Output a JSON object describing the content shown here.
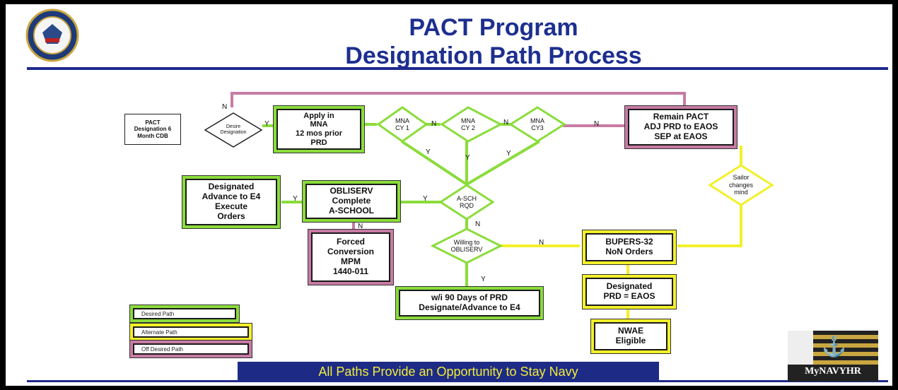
{
  "title": {
    "line1": "PACT Program",
    "line2": "Designation Path Process"
  },
  "pact_note": "PACT\nDesignation 6\nMonth CDB",
  "diamonds": {
    "desire": "Desire\nDesignation",
    "mna1": "MNA\nCY 1",
    "mna2": "MNA\nCY 2",
    "mna3": "MNA\nCY3",
    "asch": "A-SCH\nRQD",
    "willing": "Willing to\nOBLISERV",
    "sailor": "Sailor\nchanges\nmind"
  },
  "boxes": {
    "apply": "Apply in\nMNA\n12 mos prior\nPRD",
    "remain": "Remain PACT\nADJ PRD to EAOS\nSEP at EAOS",
    "designated_advance": "Designated\nAdvance to E4\nExecute\nOrders",
    "obliserv": "OBLISERV\nComplete\nA-SCHOOL",
    "forced": "Forced\nConversion\nMPM\n1440-011",
    "within90": "w/i 90 Days of PRD\nDesignate/Advance to E4",
    "bupers": "BUPERS-32\nNoN Orders",
    "designated_prd": "Designated\nPRD = EAOS",
    "nwae": "NWAE\nEligible"
  },
  "yn": {
    "y": "Y",
    "n": "N"
  },
  "legend": {
    "desired": "Desired Path",
    "alternate": "Alternate Path",
    "off": "Off Desired Path"
  },
  "banner": "All Paths Provide an Opportunity to Stay Navy",
  "logo_text": "MyNAVYHR",
  "colors": {
    "desired": "#8bdc3b",
    "alternate": "#f3f02a",
    "off": "#c77ba4",
    "title": "#1d2f8f"
  }
}
